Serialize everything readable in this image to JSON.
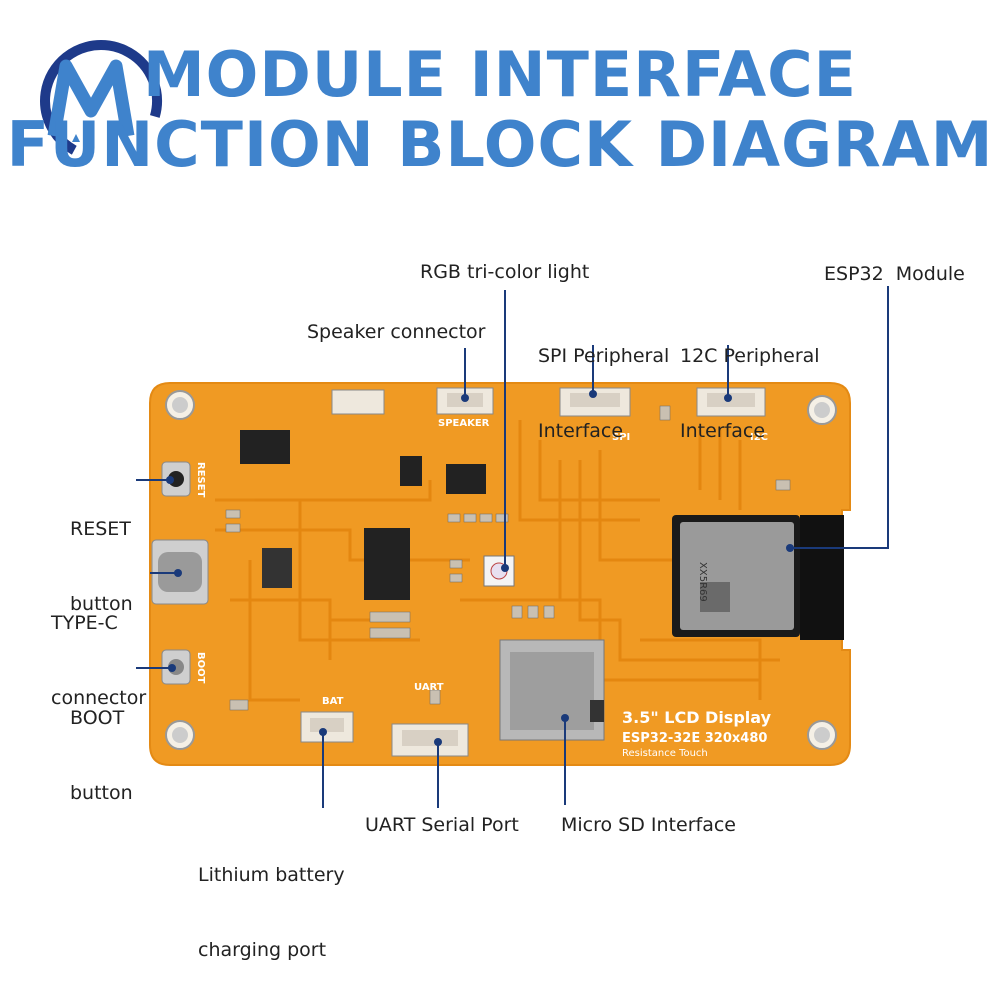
{
  "title": {
    "line1": "MODULE INTERFACE",
    "line2": "FUNCTION BLOCK DIAGRAM"
  },
  "labels": {
    "rgb": "RGB tri-color light",
    "esp32": "ESP32  Module",
    "spi_1": "SPI Peripheral",
    "spi_2": "Interface",
    "i2c_1": "12C Peripheral",
    "i2c_2": "Interface",
    "speaker": "Speaker connector",
    "reset_1": "RESET",
    "reset_2": "button",
    "typec_1": "TYPE-C",
    "typec_2": "connector",
    "boot_1": "BOOT",
    "boot_2": "button",
    "battery_1": "Lithium battery",
    "battery_2": "charging port",
    "uart": "UART Serial Port",
    "sd": "Micro SD Interface"
  },
  "silkscreen": {
    "reset": "RESET",
    "boot": "BOOT",
    "speaker": "SPEAKER",
    "spi": "SPI",
    "i2c": "I2C",
    "bat": "BAT",
    "uart": "UART",
    "lcd_title": "3.5\" LCD Display",
    "lcd_model": "ESP32-32E  320x480",
    "lcd_touch": "Resistance Touch",
    "module_mark": "XX5R69"
  },
  "colors": {
    "title": "#3f83cc",
    "board": "#f09a23",
    "trace": "#e8901a",
    "leader": "#1a3a7a"
  }
}
